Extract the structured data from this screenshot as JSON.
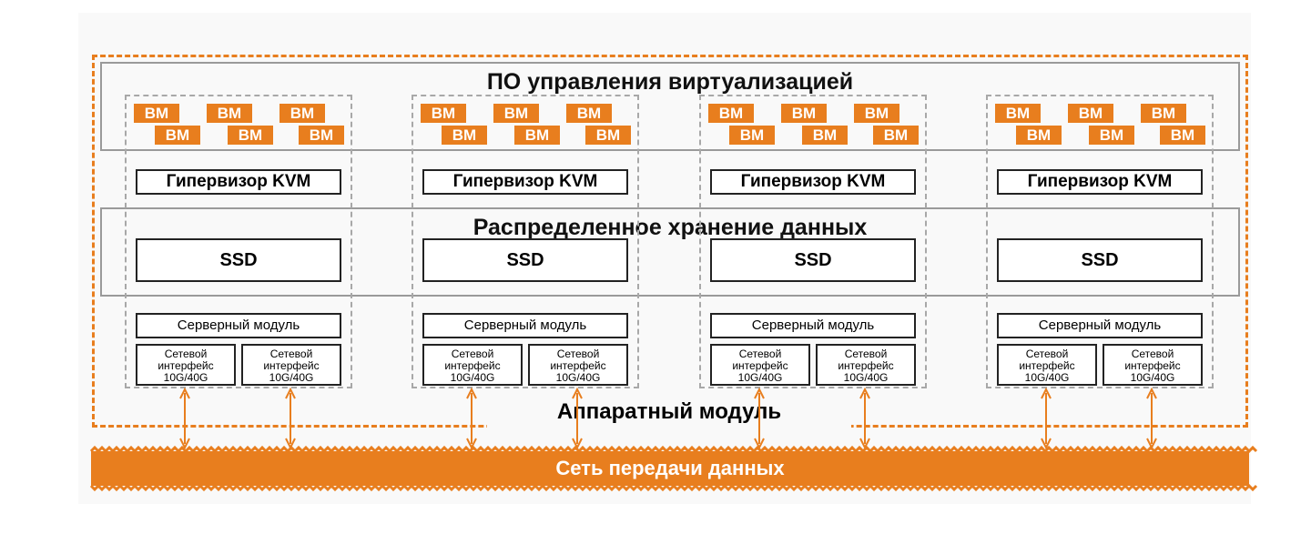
{
  "diagram": {
    "top_title": "ПО управления виртуализацией",
    "storage_title": "Распределенное хранение данных",
    "hardware_label": "Аппаратный модуль",
    "network_label": "Сеть передачи данных",
    "vm_label": "ВМ",
    "hypervisor_label": "Гипервизор KVM",
    "ssd_label": "SSD",
    "server_label": "Серверный модуль",
    "nic_line1": "Сетевой",
    "nic_line2": "интерфейс",
    "nic_line3": "10G/40G",
    "node_count": 4,
    "colors": {
      "accent": "#e87e1e",
      "box_border": "#222222",
      "section_border": "#9a9a9a",
      "dashed_outline": "#a8a8a8",
      "background": "#f9f9f9"
    }
  }
}
